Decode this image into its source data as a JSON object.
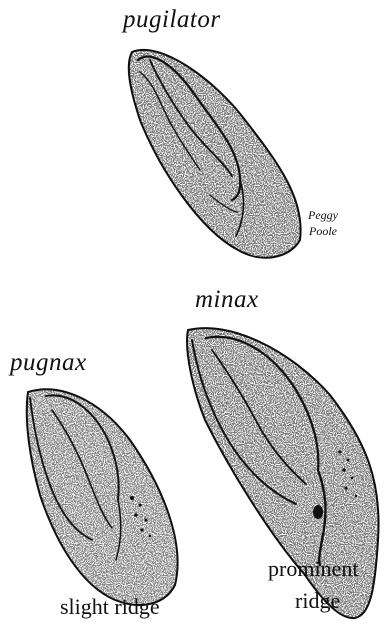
{
  "labels": {
    "species_top": "pugilator",
    "species_right": "minax",
    "species_left": "pugnax",
    "note_left": "slight ridge",
    "note_right_line1": "prominent",
    "note_right_line2": "ridge"
  },
  "signature": {
    "line1": "Peggy",
    "line2": "Poole"
  },
  "icons": [
    "pugilator-claw-icon",
    "pugnax-claw-icon",
    "minax-claw-icon"
  ],
  "colors": {
    "ink": "#111111",
    "background": "#ffffff"
  }
}
